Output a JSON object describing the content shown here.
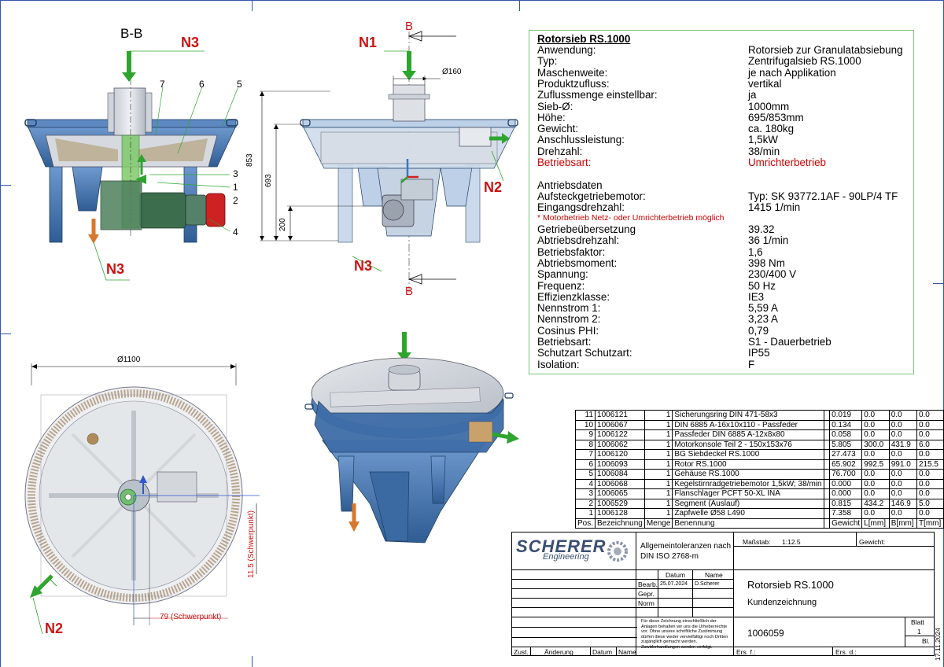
{
  "section_label": "B-B",
  "flow_labels": {
    "n3_top": "N3",
    "n1": "N1",
    "b_top": "B",
    "b_bottom": "B",
    "n2_side": "N2",
    "n3_left": "N3",
    "n3_center": "N3",
    "n2_bottom": "N2"
  },
  "part_callouts": [
    "7",
    "6",
    "5",
    "3",
    "1",
    "2",
    "4"
  ],
  "dimensions": {
    "d160": "Ø160",
    "h853": "853",
    "h693": "693",
    "h200": "200",
    "d1100": "Ø1100",
    "cg_y": "11.5 (Schwerpunkt)",
    "cg_x": "79  (Schwerpunkt)"
  },
  "spec": {
    "title": "Rotorsieb RS.1000",
    "rows": [
      {
        "k": "Anwendung:",
        "v": "Rotorsieb zur Granulatabsiebung",
        "red": false
      },
      {
        "k": "Typ:",
        "v": "Zentrifugalsieb RS.1000",
        "red": false
      },
      {
        "k": "Maschenweite:",
        "v": "je nach Applikation",
        "red": false
      },
      {
        "k": "Produktzufluss:",
        "v": "vertikal",
        "red": false
      },
      {
        "k": "Zuflussmenge einstellbar:",
        "v": "ja",
        "red": false
      },
      {
        "k": "Sieb-Ø:",
        "v": "1000mm",
        "red": false
      },
      {
        "k": "Höhe:",
        "v": "695/853mm",
        "red": false
      },
      {
        "k": "Gewicht:",
        "v": "ca. 180kg",
        "red": false
      },
      {
        "k": "Anschlussleistung:",
        "v": "1,5kW",
        "red": false
      },
      {
        "k": "Drehzahl:",
        "v": "38/min",
        "red": false
      },
      {
        "k": "Betriebsart:",
        "v": "Umrichterbetrieb",
        "red": true
      }
    ],
    "drive_title": "Antriebsdaten",
    "drive_rows_a": [
      {
        "k": "Aufsteckgetriebemotor:",
        "v": "Typ: SK 93772.1AF - 90LP/4 TF"
      },
      {
        "k": "Eingangsdrehzahl:",
        "v": "1415 1/min"
      }
    ],
    "note": "* Motorbetrieb Netz- oder Umrichterbetrieb möglich",
    "drive_rows_b": [
      {
        "k": "Getriebeübersetzung",
        "v": "39.32"
      },
      {
        "k": "Abtriebsdrehzahl:",
        "v": " 36 1/min"
      },
      {
        "k": "Betriebsfaktor:",
        "v": "1,6"
      },
      {
        "k": "Abtriebsmoment:",
        "v": "398 Nm"
      },
      {
        "k": "Spannung:",
        "v": "230/400 V"
      },
      {
        "k": "Frequenz:",
        "v": "50 Hz"
      },
      {
        "k": "Effizienzklasse:",
        "v": "IE3"
      },
      {
        "k": "Nennstrom 1:",
        "v": "5,59 A"
      },
      {
        "k": "Nennstrom 2:",
        "v": "3,23 A"
      },
      {
        "k": "Cosinus PHI:",
        "v": "0,79"
      },
      {
        "k": "Betriebsart:",
        "v": "S1 - Dauerbetrieb"
      },
      {
        "k": "Schutzart Schutzart:",
        "v": "IP55"
      },
      {
        "k": "Isolation:",
        "v": "F"
      }
    ]
  },
  "bom": {
    "rows": [
      [
        "11",
        "1006121",
        "1",
        "Sicherungsring DIN 471-58x3",
        "0.019",
        "0.0",
        "0.0",
        "0.0"
      ],
      [
        "10",
        "1006067",
        "1",
        "DIN 6885 A-16x10x110 - Passfeder",
        "0.134",
        "0.0",
        "0.0",
        "0.0"
      ],
      [
        "9",
        "1006122",
        "1",
        "Passfeder DIN 6885 A-12x8x80",
        "0.058",
        "0.0",
        "0.0",
        "0.0"
      ],
      [
        "8",
        "1006062",
        "1",
        "Motorkonsole Teil 2 - 150x153x76",
        "5.805",
        "300.0",
        "431.9",
        "6.0"
      ],
      [
        "7",
        "1006120",
        "1",
        "BG Siebdeckel RS.1000",
        "27.473",
        "0.0",
        "0.0",
        "0.0"
      ],
      [
        "6",
        "1006093",
        "1",
        "Rotor RS.1000",
        "65.902",
        "992.5",
        "991.0",
        "215.5"
      ],
      [
        "5",
        "1006084",
        "1",
        "Gehäuse RS.1000",
        "76.700",
        "0.0",
        "0.0",
        "0.0"
      ],
      [
        "4",
        "1006068",
        "1",
        "Kegelstirnradgetriebemotor 1,5kW; 38/min",
        "0.000",
        "0.0",
        "0.0",
        "0.0"
      ],
      [
        "3",
        "1006065",
        "1",
        "Flanschlager PCFT 50-XL INA",
        "0.000",
        "0.0",
        "0.0",
        "0.0"
      ],
      [
        "2",
        "1006529",
        "1",
        "Segment (Auslauf)",
        "0.815",
        "434.2",
        "146.9",
        "5.0"
      ],
      [
        "1",
        "1006128",
        "1",
        "Zapfwelle  Ø58 L490",
        "7.358",
        "0.0",
        "0.0",
        "0.0"
      ]
    ],
    "header": [
      "Pos.",
      "Bezeichnung",
      "Menge",
      "Benennung",
      "",
      "Gewicht",
      "L[mm]",
      "B[mm]",
      "T[mm]"
    ]
  },
  "titleblock": {
    "logo_main": "SCHERER",
    "logo_sub": "Engineering",
    "tolerance": "Allgemeintoleranzen nach DIN ISO 2768-m",
    "scale_label": "Maßstab:",
    "scale_value": "1:12.5",
    "weight_label": "Gewicht:",
    "col_datum": "Datum",
    "col_name": "Name",
    "bearb": "Bearb.",
    "bearb_date": "25.07.2024",
    "bearb_name": "D.Scherer",
    "gepr": "Gepr.",
    "norm": "Norm",
    "title": "Rotorsieb RS.1000",
    "subtitle": "Kundenzeichnung",
    "legal": "Für diese Zeichnung einschließlich der Anlagen behalten wir uns die Urheberrechte vor. Ohne unsere schriftliche Zustimmung dürfen diese weder vervielfältigt noch Dritten zugänglich gemacht werden. Zuwiderhandlungen werden verfolgt.",
    "drawing_no": "1006059",
    "blatt_label": "Blatt",
    "blatt_value": "1",
    "bl_label": "Bl.",
    "zust": "Zust.",
    "aenderung": "Änderung",
    "datum": "Datum",
    "name": "Name",
    "ers_f": "Ers. f.:",
    "ers_d": "Ers. d.:",
    "side_date": "17.11.2024"
  },
  "colors": {
    "frame": "#3355aa",
    "body_blue": "#4f7fb8",
    "body_dark": "#2f5d93",
    "flow_green": "#2fa52f",
    "flow_orange": "#d7782e",
    "label_red": "#cc1111",
    "motor_green": "#3c6e4e",
    "motor_red": "#cc2222"
  }
}
